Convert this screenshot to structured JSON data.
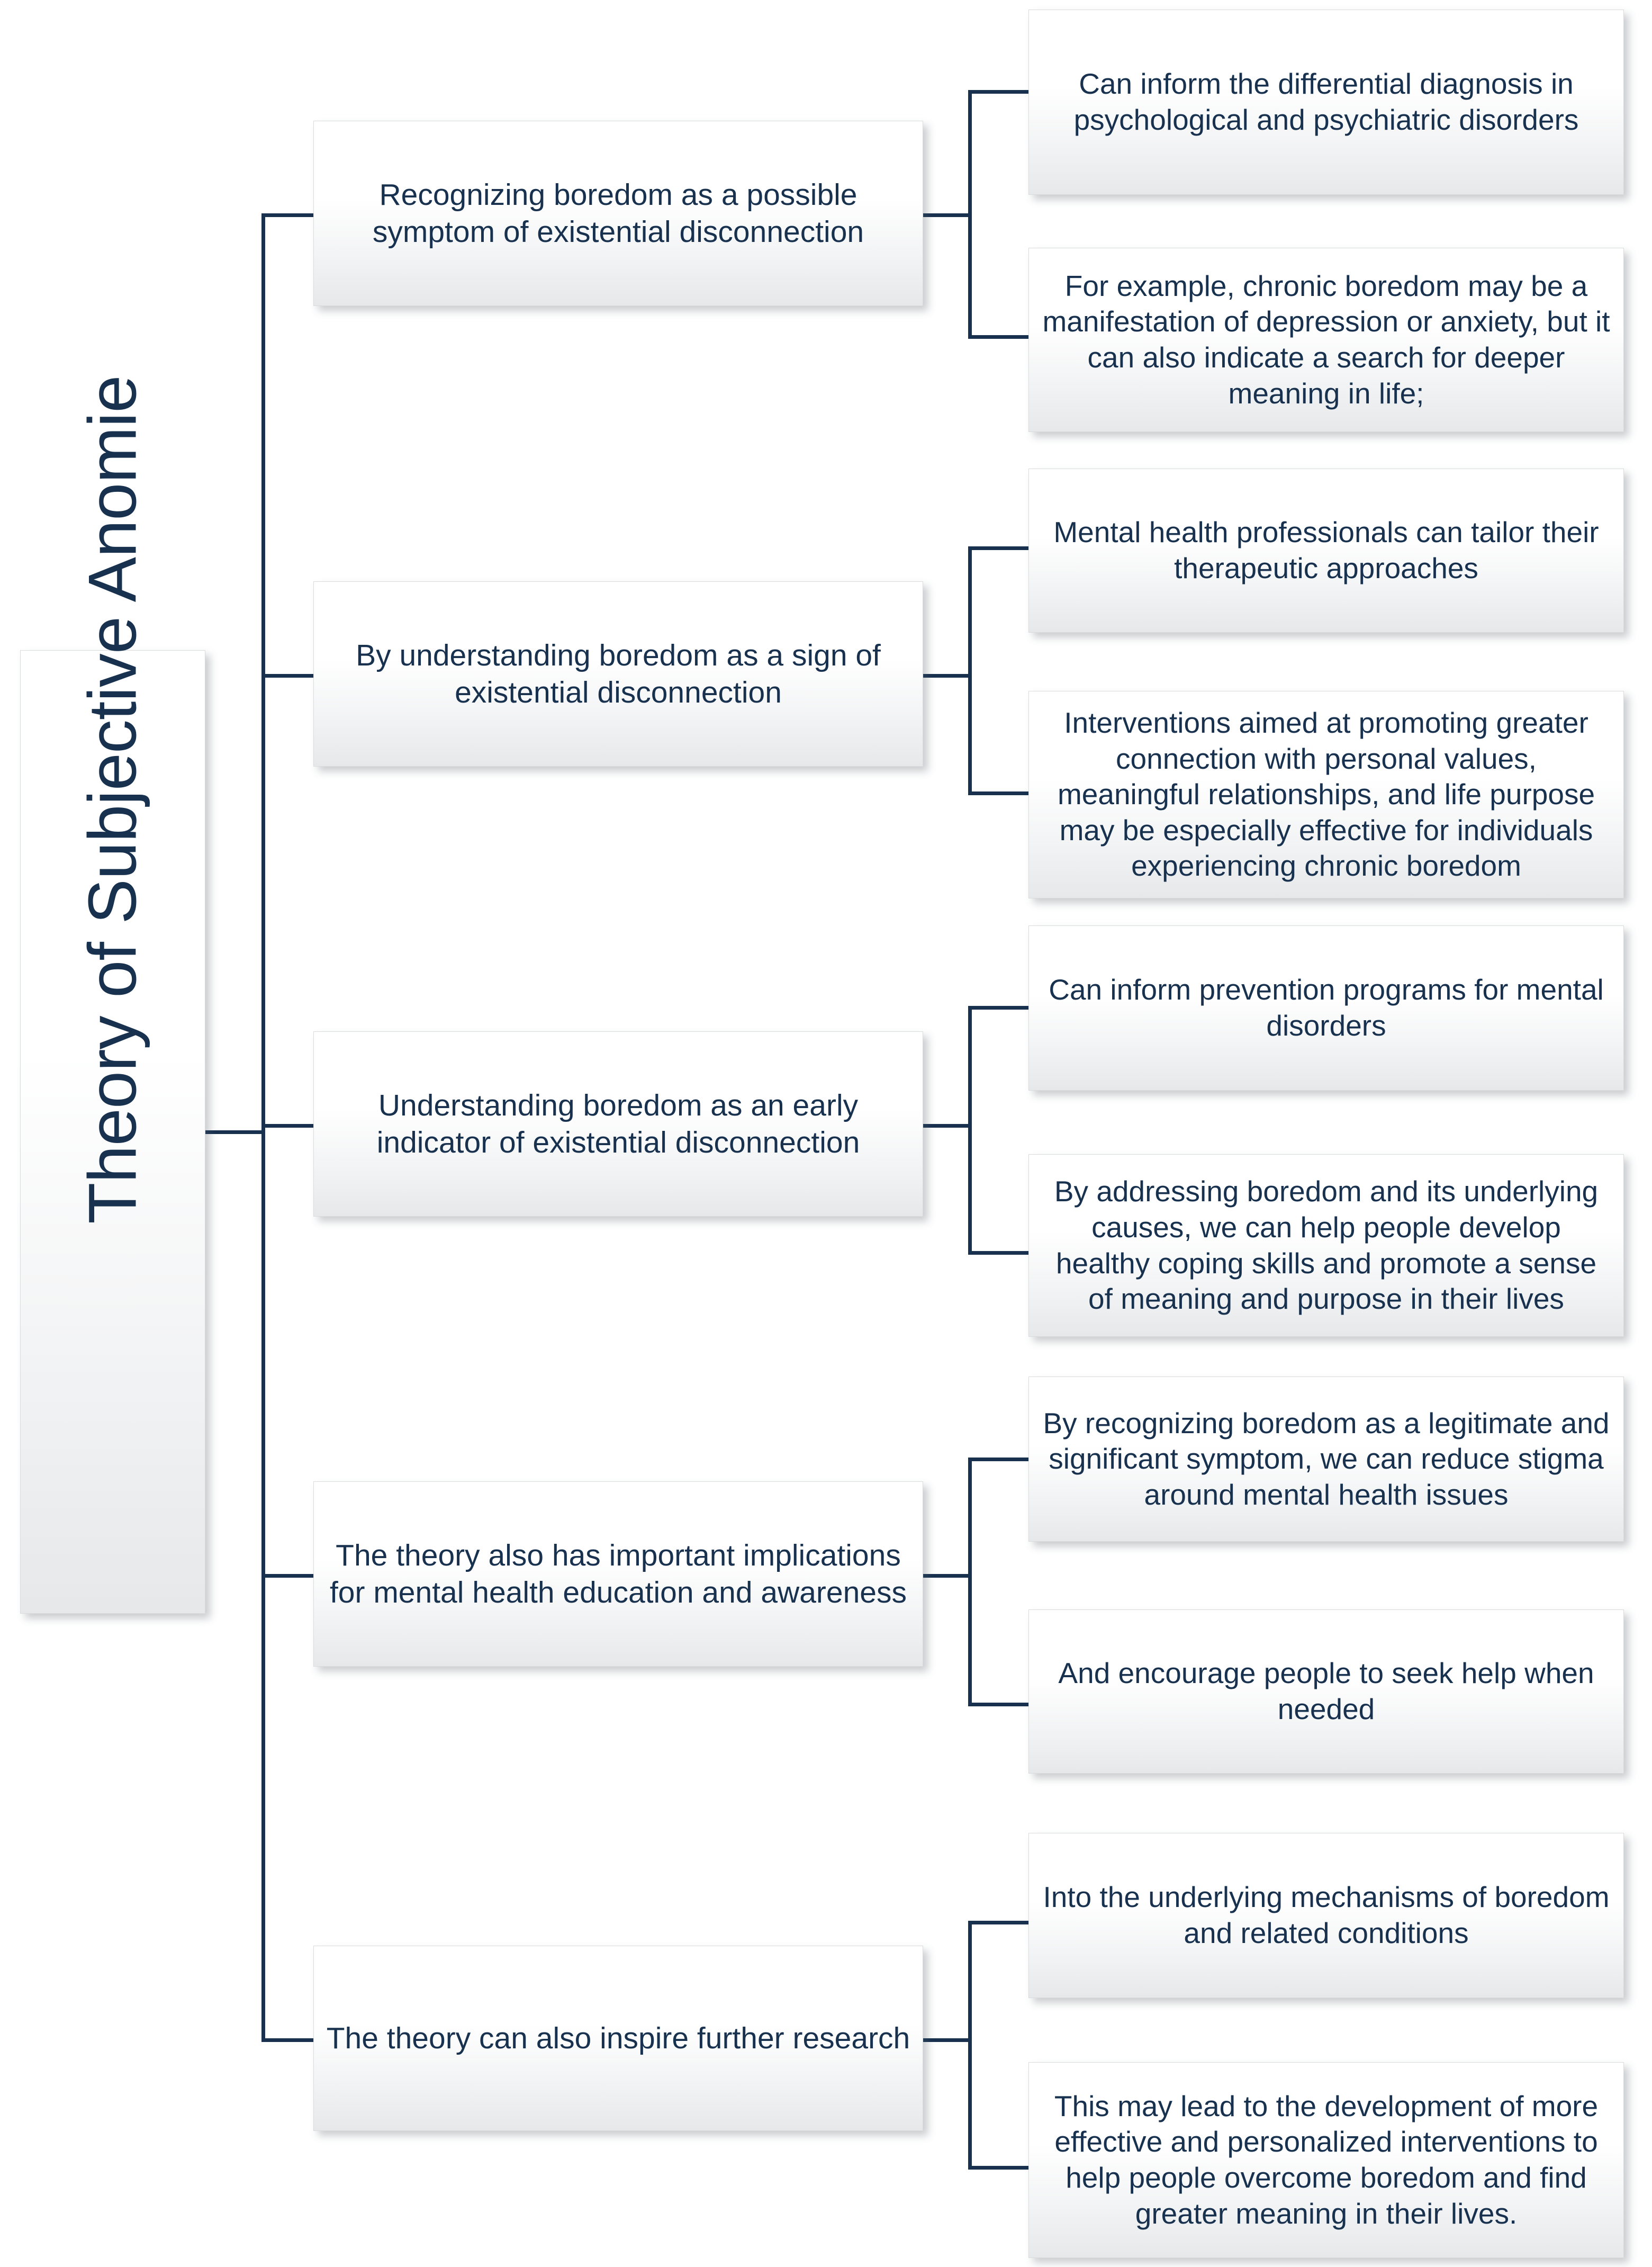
{
  "diagram": {
    "type": "hierarchical-tree",
    "orientation": "left-to-right",
    "root": {
      "label": "Theory of Subjective Anomie",
      "text_orientation": "vertical-bottom-to-top"
    },
    "colors": {
      "text": "#17314f",
      "connector": "#17314f",
      "box_fill_top": "#ffffff",
      "box_fill_bottom": "#e6e8ea",
      "background": "#ffffff"
    },
    "branches": [
      {
        "label": "Recognizing boredom as a possible symptom of existential disconnection",
        "children": [
          "Can inform the differential diagnosis in psychological and psychiatric disorders",
          "For example, chronic boredom may be a manifestation of depression or anxiety, but it can also indicate a search for deeper meaning in life;"
        ]
      },
      {
        "label": "By understanding boredom as a sign of existential disconnection",
        "children": [
          "Mental health professionals can tailor their therapeutic approaches",
          "Interventions aimed at promoting greater connection with personal values, meaningful relationships, and life purpose may be especially effective for individuals experiencing chronic boredom"
        ]
      },
      {
        "label": "Understanding boredom as an early indicator of existential disconnection",
        "children": [
          "Can inform prevention programs for mental disorders",
          "By addressing boredom and its underlying causes, we can help people develop healthy coping skills and promote a sense of meaning and purpose in their lives"
        ]
      },
      {
        "label": "The theory also has important implications for mental health education and awareness",
        "children": [
          "By recognizing boredom as a legitimate and significant symptom, we can reduce stigma around mental health issues",
          "And encourage people to seek help when needed"
        ]
      },
      {
        "label": "The theory can also inspire further research",
        "children": [
          "Into the underlying mechanisms of boredom and related conditions",
          "This may lead to the development of more effective and personalized interventions to help people overcome boredom and find greater meaning in their lives."
        ]
      }
    ]
  }
}
